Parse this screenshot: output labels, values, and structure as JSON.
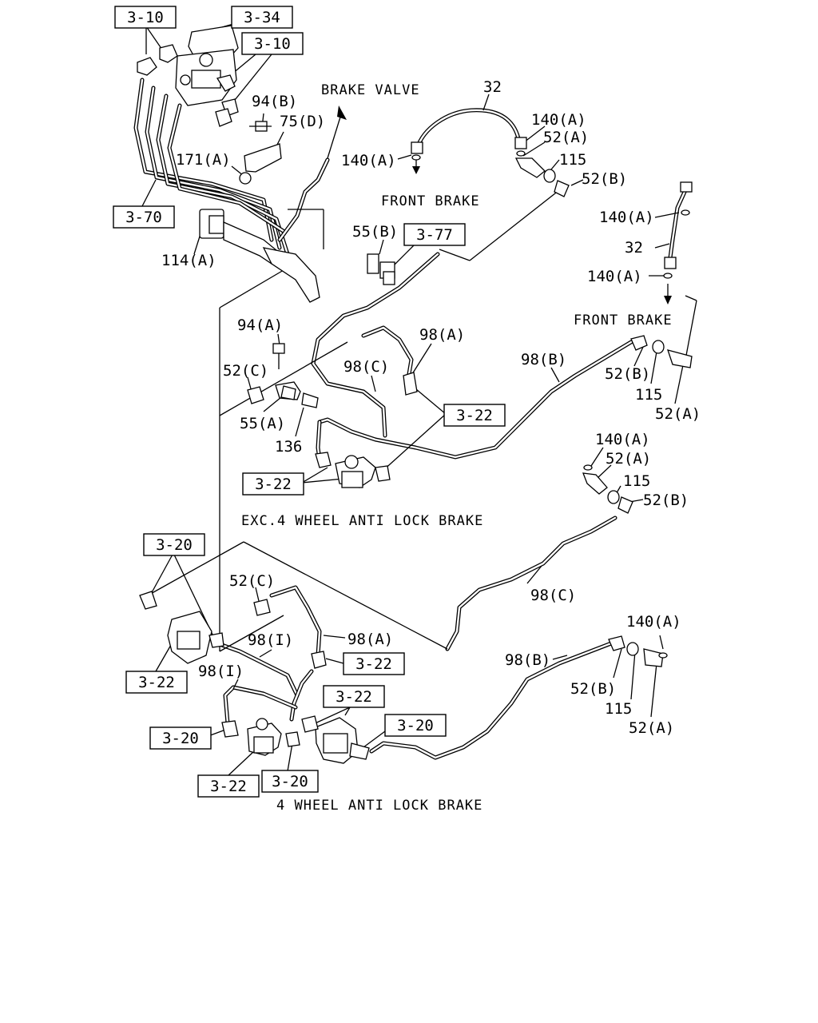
{
  "captions": {
    "brake_valve": "BRAKE VALVE",
    "front_brake_1": "FRONT BRAKE",
    "front_brake_2": "FRONT BRAKE",
    "exc_abs": "EXC.4 WHEEL ANTI LOCK BRAKE",
    "abs": "4 WHEEL ANTI LOCK BRAKE"
  },
  "refs": {
    "r310a": "3-10",
    "r334": "3-34",
    "r310b": "3-10",
    "r370": "3-70",
    "r377": "3-77",
    "r322a": "3-22",
    "r322b": "3-22",
    "r320a": "3-20",
    "r322c": "3-22",
    "r322d": "3-22",
    "r322e": "3-22",
    "r320b": "3-20",
    "r320c": "3-20",
    "r322f": "3-22",
    "r320d": "3-20"
  },
  "parts": {
    "p94b": "94(B)",
    "p75d": "75(D)",
    "p171a": "171(A)",
    "p114a": "114(A)",
    "p32a": "32",
    "p140a_1": "140(A)",
    "p52a_1": "52(A)",
    "p115_1": "115",
    "p52b_1": "52(B)",
    "p140a_2": "140(A)",
    "p140a_3": "140(A)",
    "p32b": "32",
    "p140a_4": "140(A)",
    "p55b": "55(B)",
    "p94a": "94(A)",
    "p98a_1": "98(A)",
    "p98c_1": "98(C)",
    "p98b_1": "98(B)",
    "p52c_1": "52(C)",
    "p55a": "55(A)",
    "p136": "136",
    "p52b_2": "52(B)",
    "p115_2": "115",
    "p52a_2": "52(A)",
    "p140a_5": "140(A)",
    "p52a_3": "52(A)",
    "p115_3": "115",
    "p52b_3": "52(B)",
    "p98c_2": "98(C)",
    "p52c_2": "52(C)",
    "p98a_2": "98(A)",
    "p98i_1": "98(I)",
    "p98i_2": "98(I)",
    "p98b_2": "98(B)",
    "p140a_6": "140(A)",
    "p52b_4": "52(B)",
    "p115_4": "115",
    "p52a_4": "52(A)"
  }
}
